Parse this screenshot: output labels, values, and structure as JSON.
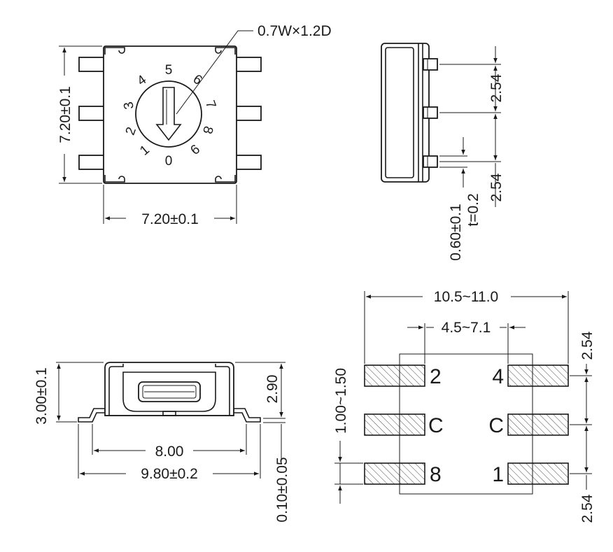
{
  "top_view": {
    "shaft_label": "0.7W×1.2D",
    "height_label": "7.20±0.1",
    "width_label": "7.20±0.1",
    "dial_digits": [
      "0",
      "1",
      "2",
      "3",
      "4",
      "5",
      "6",
      "7",
      "8",
      "9"
    ]
  },
  "side_view": {
    "pitch_upper": "2.54",
    "pitch_lower": "2.54",
    "lead_width": "0.60±0.1",
    "lead_thickness": "t=0.2"
  },
  "front_view": {
    "total_height": "3.00±0.1",
    "body_height": "2.90",
    "body_width": "8.00",
    "total_width": "9.80±0.2",
    "standoff": "0.10±0.05"
  },
  "footprint": {
    "outer_span": "10.5~11.0",
    "inner_span": "4.5~7.1",
    "pad_height": "1.00~1.50",
    "pitch_upper": "2.54",
    "pitch_lower": "2.54",
    "pins": {
      "left_top": "2",
      "left_mid": "C",
      "left_bottom": "8",
      "right_top": "4",
      "right_mid": "C",
      "right_bottom": "1"
    }
  }
}
